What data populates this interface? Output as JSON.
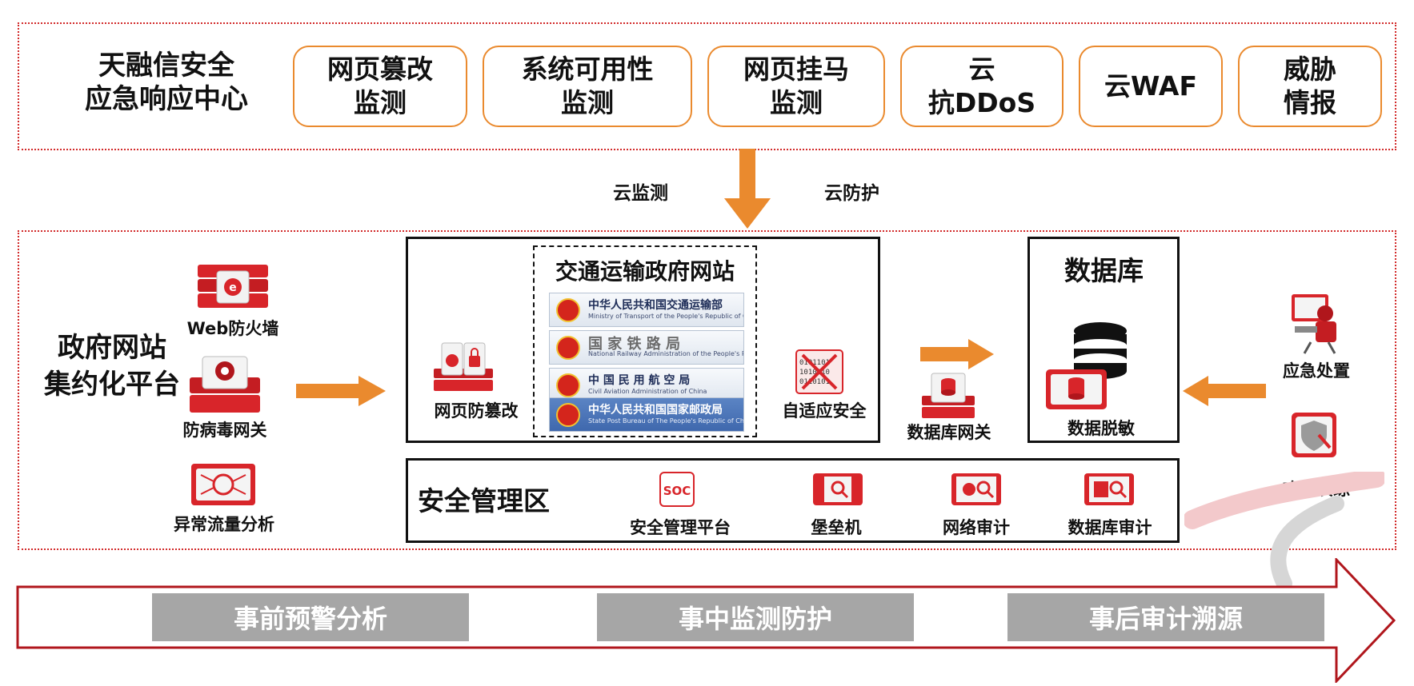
{
  "top": {
    "center_title": "天融信安全\n应急响应中心",
    "services": [
      "网页篡改\n监测",
      "系统可用性\n监测",
      "网页挂马\n监测",
      "云\n抗DDoS",
      "云WAF",
      "威胁\n情报"
    ]
  },
  "connectors": {
    "cloud_monitor": "云监测",
    "cloud_protect": "云防护"
  },
  "platform": {
    "title": "政府网站\n集约化平台",
    "devices": {
      "waf": "Web防火墙",
      "av_gateway": "防病毒网关",
      "traffic": "异常流量分析"
    },
    "website_block": {
      "title": "交通运输政府网站",
      "left_label": "网页防篡改",
      "right_label": "自适应安全",
      "logos": [
        {
          "name": "中华人民共和国交通运输部",
          "sub": "Ministry of Transport of the People's Republic of China"
        },
        {
          "name": "国 家 铁 路 局",
          "sub": "National Railway Administration of the People's Republic of China"
        },
        {
          "name": "中 国 民 用 航 空 局",
          "sub": "Civil Aviation Administration of China"
        },
        {
          "name": "中华人民共和国国家邮政局",
          "sub": "State Post Bureau of The People's Republic of China"
        }
      ]
    },
    "db_gateway": "数据库网关",
    "database": {
      "title": "数据库",
      "masking": "数据脱敏"
    },
    "right_side": {
      "emergency": "应急处置",
      "drill": "攻防演练"
    },
    "security_zone": {
      "title": "安全管理区",
      "soc_icon_text": "SOC",
      "items": [
        "安全管理平台",
        "堡垒机",
        "网络审计",
        "数据库审计"
      ]
    }
  },
  "phases": [
    "事前预警分析",
    "事中监测防护",
    "事后审计溯源"
  ],
  "colors": {
    "accent_orange": "#ea8a2e",
    "border_red": "#d22b2b",
    "arrow_dark_red": "#b0161c",
    "device_red": "#d8252a",
    "phase_gray": "#a6a6a6"
  }
}
